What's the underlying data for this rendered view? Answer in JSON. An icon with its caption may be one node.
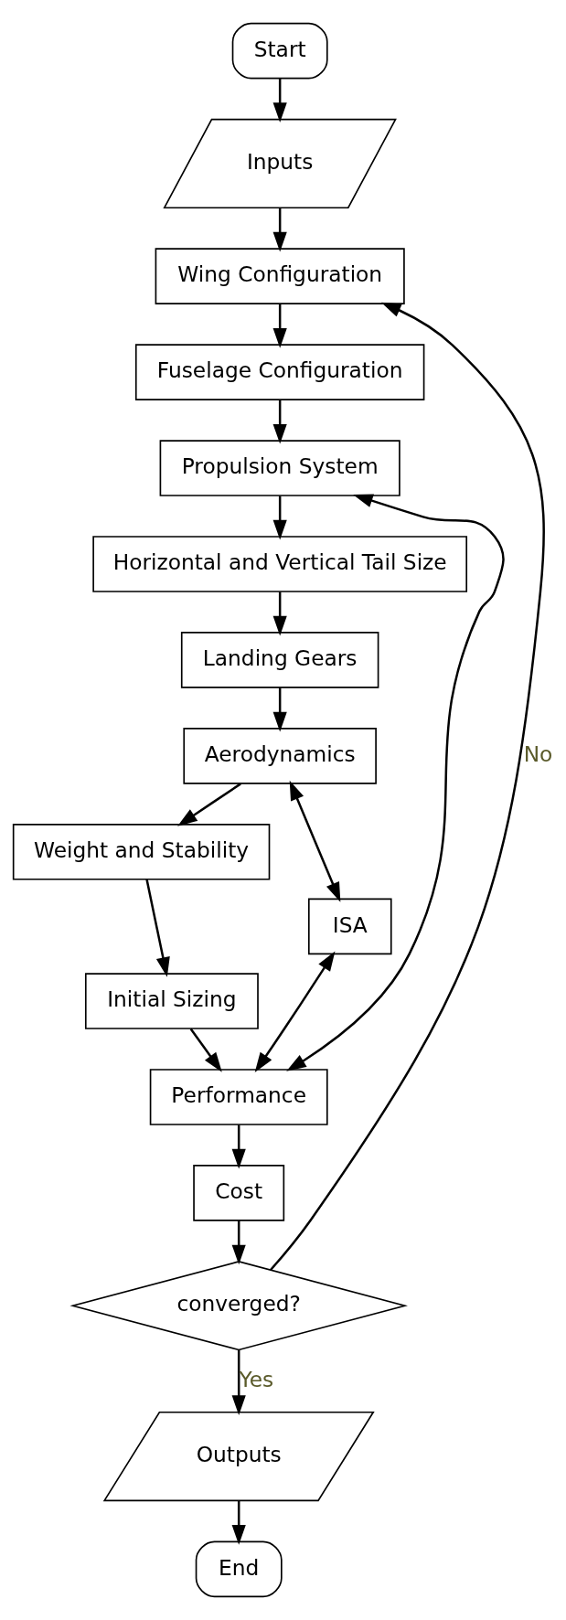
{
  "diagram": {
    "nodes": [
      {
        "text": [
          "Start"
        ]
      },
      {
        "text": [
          "Inputs"
        ]
      },
      {
        "text": [
          "Wing Configuration"
        ]
      },
      {
        "text": [
          "Fuselage Configuration"
        ]
      },
      {
        "text": [
          "Propulsion System"
        ]
      },
      {
        "text": [
          "Horizontal and Vertical Tail Size"
        ]
      },
      {
        "text": [
          "Landing Gears"
        ]
      },
      {
        "text": [
          "Aerodynamics"
        ]
      },
      {
        "text": [
          "Weight and Stability"
        ]
      },
      {
        "text": [
          "Initial Sizing"
        ]
      },
      {
        "text": [
          "ISA"
        ]
      },
      {
        "text": [
          "Performance"
        ]
      },
      {
        "text": [
          "Cost"
        ]
      },
      {
        "text": [
          "converged?"
        ]
      },
      {
        "text": [
          "Outputs"
        ]
      },
      {
        "text": [
          "End"
        ]
      }
    ],
    "edges": [
      {
        "from": 0,
        "to": 1,
        "arrow": "to"
      },
      {
        "from": 1,
        "to": 2,
        "arrow": "to"
      },
      {
        "from": 2,
        "to": 3,
        "arrow": "to"
      },
      {
        "from": 3,
        "to": 4,
        "arrow": "to"
      },
      {
        "from": 4,
        "to": 5,
        "arrow": "to"
      },
      {
        "from": 5,
        "to": 6,
        "arrow": "to"
      },
      {
        "from": 6,
        "to": 7,
        "arrow": "to"
      },
      {
        "from": 7,
        "to": 8,
        "arrow": "to"
      },
      {
        "from": 8,
        "to": 9,
        "arrow": "to"
      },
      {
        "from": 9,
        "to": 11,
        "arrow": "to"
      },
      {
        "from": 7,
        "to": 10,
        "arrow": "both"
      },
      {
        "from": 10,
        "to": 11,
        "arrow": "both"
      },
      {
        "from": 4,
        "to": 11,
        "arrow": "both"
      },
      {
        "from": 11,
        "to": 12,
        "arrow": "to"
      },
      {
        "from": 12,
        "to": 13,
        "arrow": "to"
      },
      {
        "from": 13,
        "to": 2,
        "label": "No",
        "arrow": "to"
      },
      {
        "from": 13,
        "to": 14,
        "label": "Yes",
        "arrow": "to"
      },
      {
        "from": 14,
        "to": 15,
        "arrow": "to"
      }
    ]
  }
}
